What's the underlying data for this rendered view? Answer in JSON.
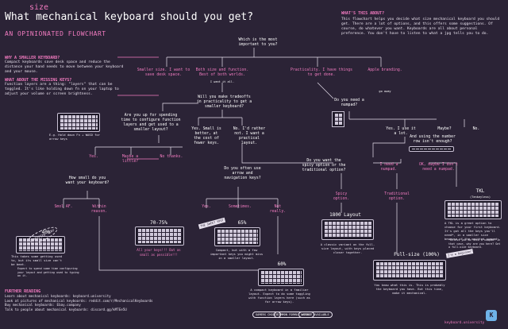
{
  "title": {
    "prefix": "What ",
    "superscript": "size",
    "main": "mechanical keyboard should you get?"
  },
  "subtitle": "AN OPINIONATED FLOWCHART",
  "what_is_this": {
    "heading": "WHAT'S THIS ABOUT?",
    "body": "This flowchart helps you decide what size mechanical keyboard you should get. There are a lot of options, and this offers some suggestions. Of course, do whatever you want. Keyboards are all about personal preference. You don't have to listen to what a jpg tells you to do."
  },
  "why_smaller": {
    "heading": "WHY A SMALLER KEYBOARD?",
    "body": "Compact keyboards save desk space and reduce the distance your hand needs to move between your keyboard and your mouse."
  },
  "missing_keys": {
    "heading": "WHAT ABOUT THE MISSING KEYS?",
    "body": "Function layers are a thing: \"layers\" that can be toggled. It's like holding down fn on your laptop to adjust your volume or screen brightness.",
    "caption": "E.g. Hold down Fn + WASD for arrow keys"
  },
  "nodes": {
    "root": "Which is the most important to you?",
    "smaller": "Smaller size. I want to save desk space.",
    "both": "Both size and function. Best of both worlds.",
    "both_note": "I want it all.",
    "practicality": "Practicality. I have things to get done.",
    "apple": "Apple branding.",
    "go_away": "go away",
    "tradeoffs": "Will you make tradeoffs in practicality to get a smaller keyboard?",
    "spending": "Are you up for spending time to configure function layers and get used to a smaller layout?",
    "small_better": "Yes. Small is better, at the cost of fewer keys.",
    "rather_not": "No. I'd rather not. I want a practical layout.",
    "need_numpad": "Do you need a numpad?",
    "yes_lot": "Yes. I use it a lot.",
    "maybe": "Maybe?",
    "no": "No.",
    "using_number_row": "And using the number row isn't enough?",
    "spicy_q": "Do you want the spicy option or the traditional option?",
    "need_numpad2": "I need a numpad.",
    "ok_maybe": "OK, maybe I don't need a numpad.",
    "yes": "Yes.",
    "maybe_little": "Maybe a little?",
    "no_thanks": "No thanks.",
    "arrow_nav": "Do you often use arrow and navigation keys?",
    "how_small": "How small do you want your keyboard?",
    "smol": "Smol AF.",
    "within_reason": "Within reason.",
    "yes2": "Yes.",
    "sometimes": "Sometimes.",
    "not_really": "Not really.",
    "spicy": "Spicy option.",
    "traditional": "Traditional option.",
    "tkl": "TKL",
    "tkl_sub": "(Tenkeyless)",
    "p40": "40%",
    "p70": "70-75%",
    "p65": "65%",
    "p60": "60%",
    "l1800": "1800 Layout",
    "full": "Full-size (100%)",
    "sweet_spot": "THE SWEET SPOT",
    "stamp": "CERTIFIED TINY",
    "beginner": "I'm a beginner"
  },
  "descriptions": {
    "p40": "This takes some getting used to, but its small size can't be beat.",
    "p40_note": "Expect to spend some time configuring your layout and getting used to typing on it.",
    "p70": "All your keys!!! But as small as possible!!!",
    "p65": "Compact, but with a few important keys you might miss in a smaller layout.",
    "p60": "A compact keyboard in a familiar layout. Expect to do some toggling with function layers here (such as for arrow keys).",
    "l1800": "A classic variant on the full-size layout, with keys placed closer together.",
    "tkl": "A TKL is a great option to choose for your first keyboard. It's got all the keys you'll need*, in a smaller size because of the omitted numpad.",
    "tkl_note": "*Unless you do need a numpad. In that case, why are you here? Get a full-size keyboard.",
    "full": "You know what this is. This is probably the keyboard you have. But this time, make it mechanical."
  },
  "pills": [
    "GAMERS CHOICE",
    "COMMON FORMAT LAYOUT",
    "WIDELY AVAILABLE"
  ],
  "further": {
    "heading": "FURTHER READING",
    "lines": [
      "Learn about mechanical keyboards: keyboard.university",
      "Look at pictures of mechanical keyboards: reddit.com/r/MechanicalKeyboards",
      "Buy mechanical keyboards: Ebay.company",
      "Talk to people about mechanical keyboards: discord.gg/kMTEe5U"
    ]
  },
  "footer": "keyboard.university",
  "logo": "K",
  "colors": {
    "background": "#2b2336",
    "accent": "#f27bc0",
    "text": "#e8e2ee",
    "logo": "#6fb3e8"
  }
}
